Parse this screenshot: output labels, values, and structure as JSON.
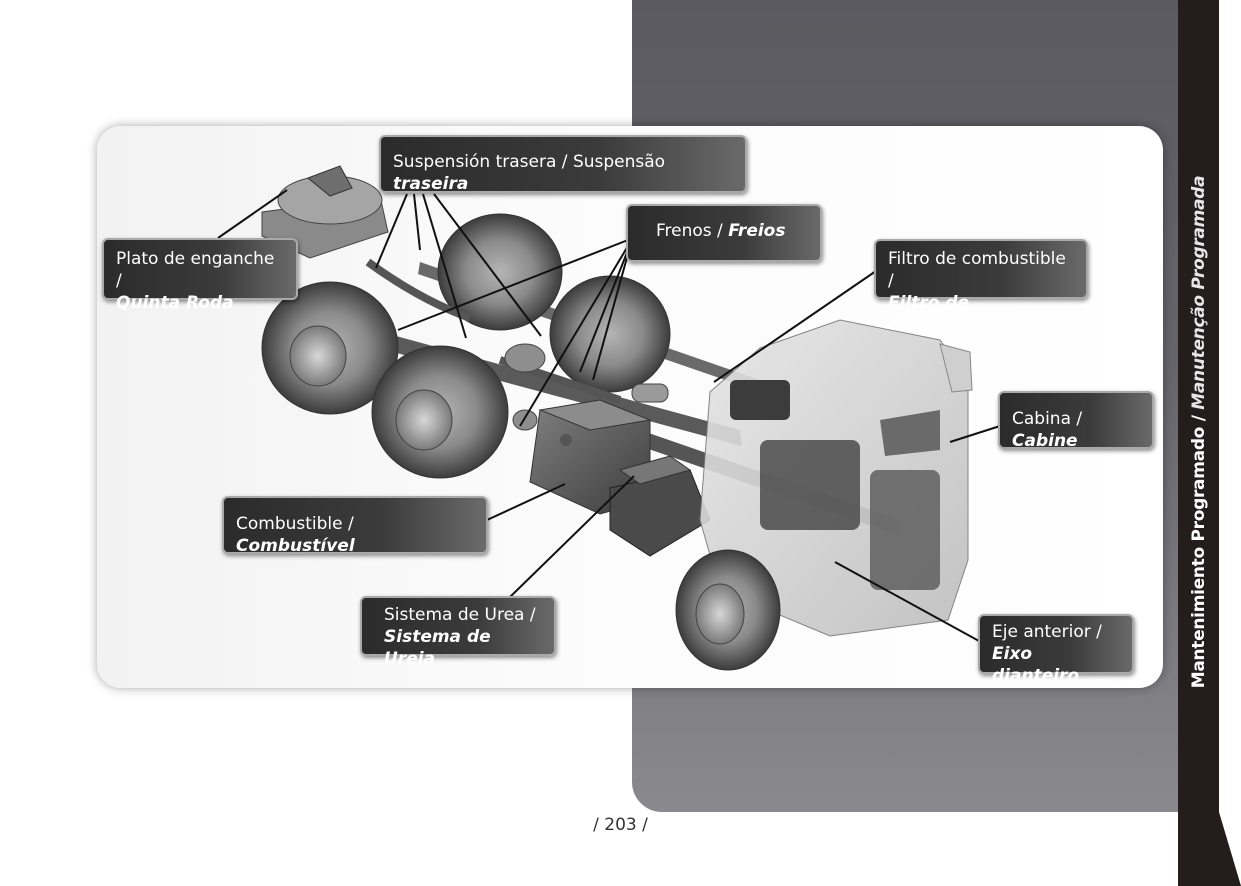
{
  "side_tab": {
    "title_es": "Mantenimiento Programado",
    "separator": " / ",
    "title_pt": "Manutenção Programada"
  },
  "labels": {
    "rear_suspension": {
      "es": "Suspensión trasera / ",
      "pt": "traseira",
      "pt_prefix": "Suspensão "
    },
    "brakes": {
      "es": "Frenos / ",
      "pt": "Freios"
    },
    "fifth_wheel": {
      "es": "Plato de enganche /",
      "pt": "Quinta Roda"
    },
    "fuel_filter": {
      "es": "Filtro de combustible /",
      "pt": "Filtro de combustível"
    },
    "cab": {
      "es": "Cabina / ",
      "pt": "Cabine"
    },
    "fuel": {
      "es": "Combustible / ",
      "pt": "Combustível"
    },
    "urea_system": {
      "es": "Sistema de Urea /",
      "pt": "Sistema de Ureia"
    },
    "front_axle": {
      "es": "Eje anterior /",
      "pt": "Eixo dianteiro"
    }
  },
  "page_number": "/ 203 /",
  "colors": {
    "band": "#5b5a61",
    "side_tab": "#231e1c",
    "label_bg": "#2b2b2b",
    "label_border": "#a9a9a9"
  }
}
